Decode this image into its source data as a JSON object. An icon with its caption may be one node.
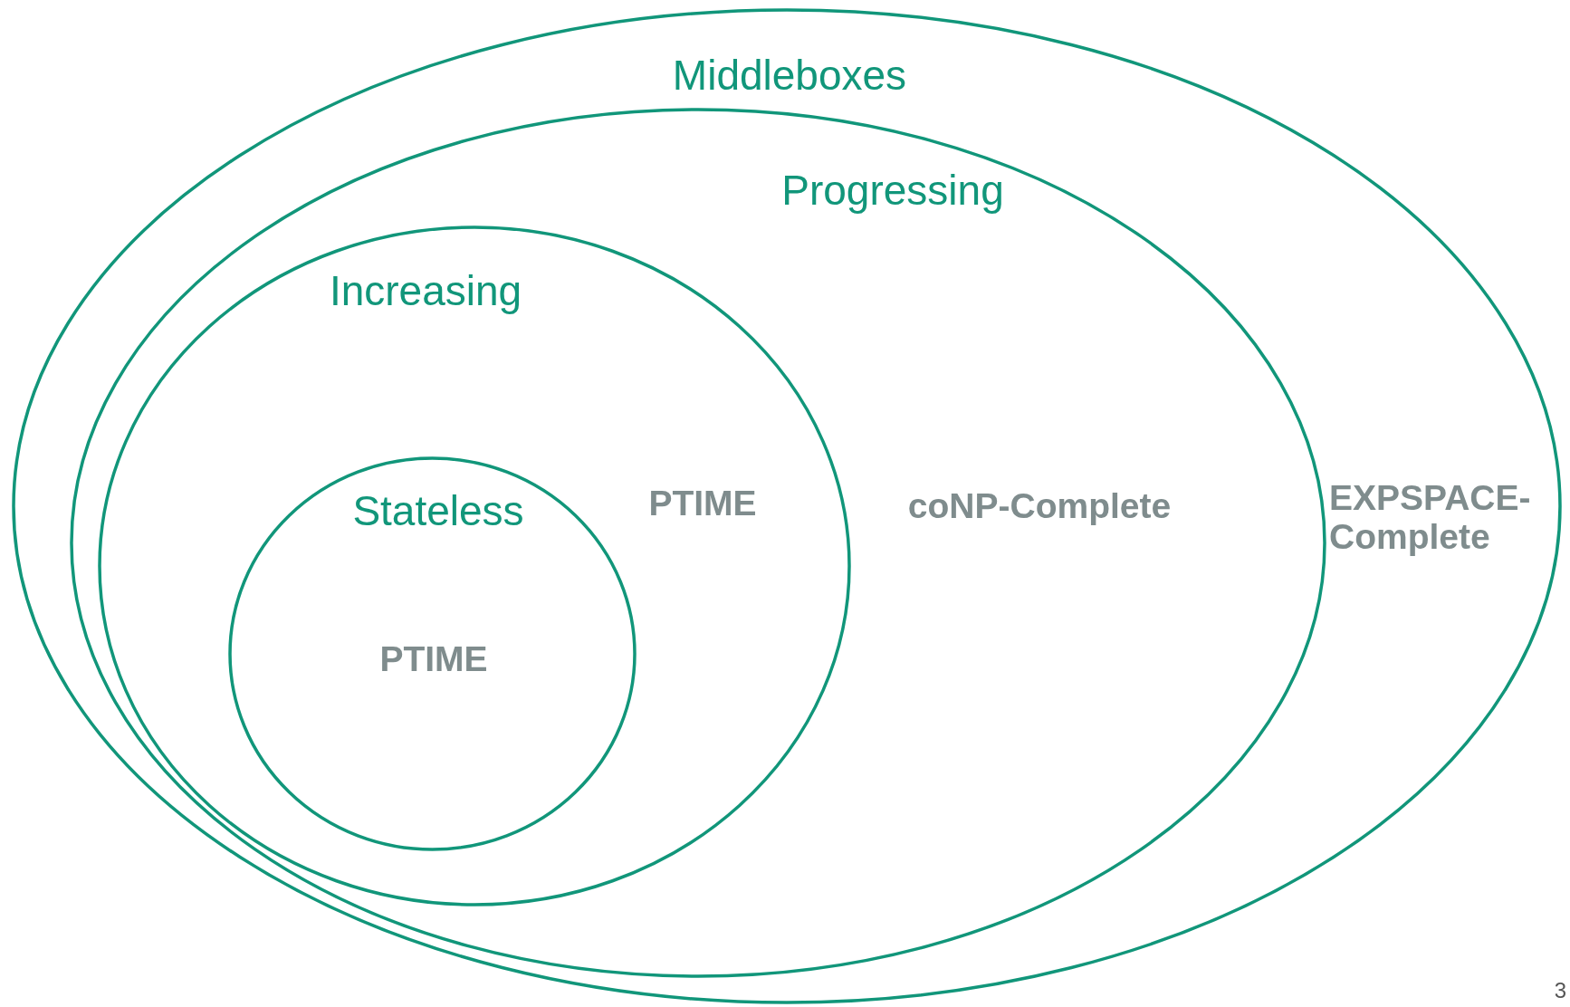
{
  "diagram": {
    "nodes": [
      {
        "text": [
          "Middleboxes",
          "EXPSPACE-Complete"
        ]
      },
      {
        "text": [
          "Progressing",
          "coNP-Complete"
        ],
        "in": 0
      },
      {
        "text": [
          "Increasing",
          "PTIME"
        ],
        "in": 1
      },
      {
        "text": [
          "Stateless",
          "PTIME"
        ],
        "in": 2
      }
    ],
    "labels": [
      "3"
    ]
  }
}
